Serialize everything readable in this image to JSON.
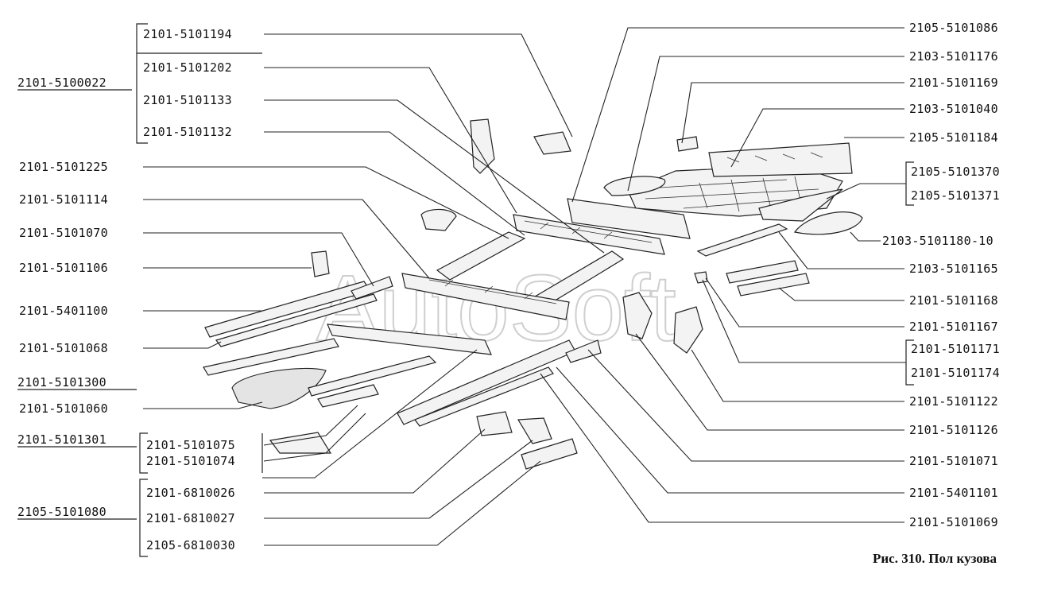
{
  "watermark": "AutoSoft",
  "caption": "Рис. 310. Пол кузова",
  "group_labels": {
    "g1": "2101-5100022",
    "g2": "2101-5101300",
    "g3": "2101-5101301",
    "g4": "2105-5101080"
  },
  "left_labels": [
    "2101-5101194",
    "2101-5101202",
    "2101-5101133",
    "2101-5101132",
    "2101-5101225",
    "2101-5101114",
    "2101-5101070",
    "2101-5101106",
    "2101-5401100",
    "2101-5101068",
    "2101-5101060",
    "2101-5101075",
    "2101-5101074",
    "2101-6810026",
    "2101-6810027",
    "2105-6810030"
  ],
  "right_labels": [
    "2105-5101086",
    "2103-5101176",
    "2101-5101169",
    "2103-5101040",
    "2105-5101184",
    "2105-5101370",
    "2105-5101371",
    "2103-5101180-10",
    "2103-5101165",
    "2101-5101168",
    "2101-5101167",
    "2101-5101171",
    "2101-5101174",
    "2101-5101122",
    "2101-5101126",
    "2101-5101071",
    "2101-5401101",
    "2101-5101069"
  ]
}
